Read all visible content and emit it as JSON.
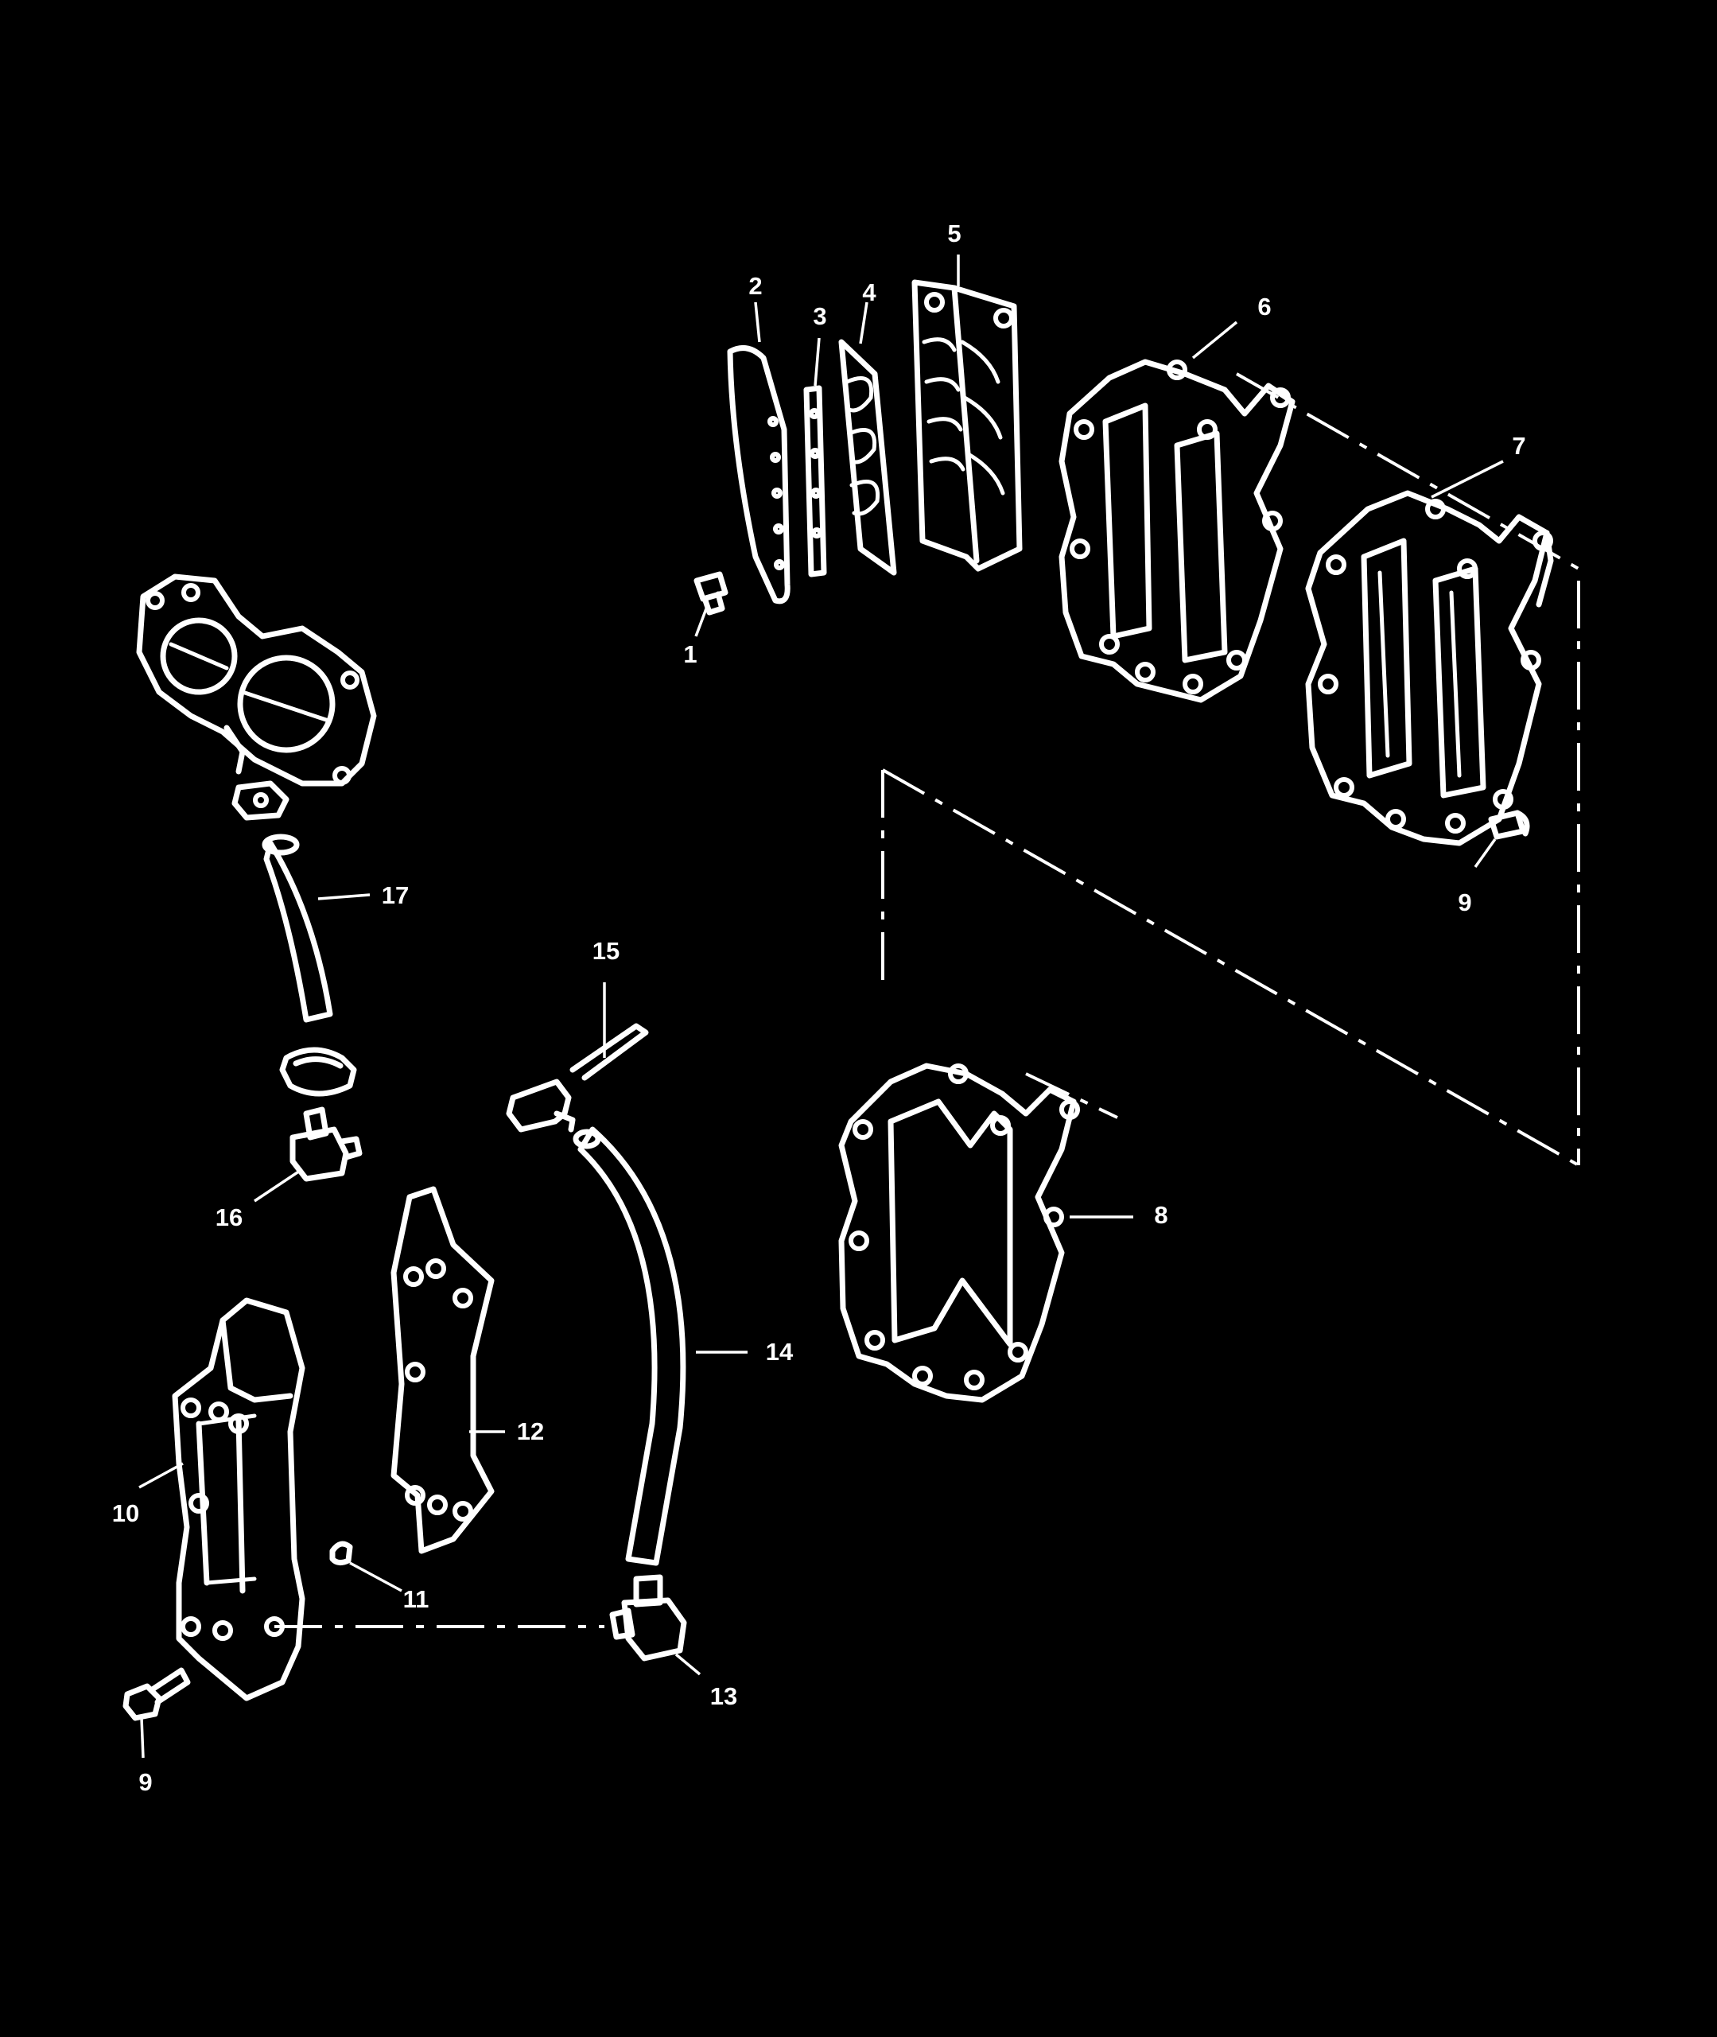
{
  "colors": {
    "background": "#000000",
    "linework": "#ffffff"
  },
  "callouts": {
    "c1": "1",
    "c2": "2",
    "c3": "3",
    "c4": "4",
    "c5": "5",
    "c6": "6",
    "c7": "7",
    "c8": "8",
    "c9a": "9",
    "c9b": "9",
    "c10": "10",
    "c11": "11",
    "c12": "12",
    "c13": "13",
    "c14": "14",
    "c15": "15",
    "c16": "16",
    "c17": "17"
  }
}
